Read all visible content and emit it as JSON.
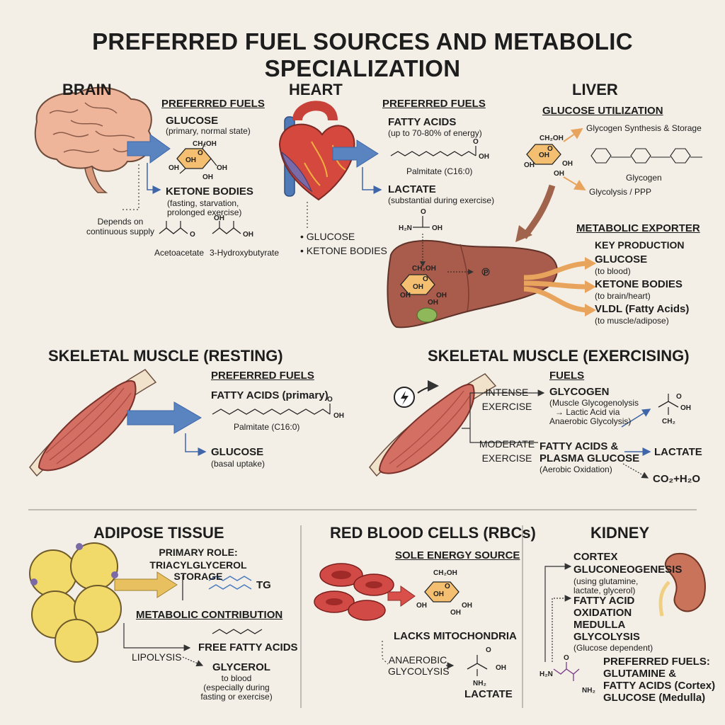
{
  "title": "PREFERRED FUEL SOURCES AND METABOLIC SPECIALIZATION",
  "brain": {
    "heading": "BRAIN",
    "fuels_heading": "PREFERRED FUELS",
    "glucose": "GLUCOSE",
    "glucose_note": "(primary, normal state)",
    "ketone": "KETONE BODIES",
    "ketone_note1": "(fasting, starvation,",
    "ketone_note2": "prolonged exercise)",
    "depends1": "Depends on",
    "depends2": "continuous supply",
    "acetoacetate": "Acetoacetate",
    "hydroxybutyrate": "3-Hydroxybutyrate"
  },
  "heart": {
    "heading": "HEART",
    "fuels_heading": "PREFERRED FUELS",
    "fatty": "FATTY ACIDS",
    "fatty_note": "(up to 70-80% of energy)",
    "palmitate": "Palmitate (C16:0)",
    "lactate": "LACTATE",
    "lactate_note": "(substantial during exercise)",
    "bullet1": "• GLUCOSE",
    "bullet2": "• KETONE BODIES"
  },
  "liver": {
    "heading": "LIVER",
    "glucose_util": "GLUCOSE UTILIZATION",
    "glycogen_synth": "Glycogen Synthesis & Storage",
    "glycogen": "Glycogen",
    "glycolysis": "Glycolysis / PPP",
    "exporter": "METABOLIC EXPORTER",
    "key_production": "KEY PRODUCTION",
    "exp_glucose": "GLUCOSE",
    "exp_glucose_note": "(to blood)",
    "exp_ketone": "KETONE BODIES",
    "exp_ketone_note": "(to brain/heart)",
    "exp_vldl": "VLDL (Fatty Acids)",
    "exp_vldl_note": "(to muscle/adipose)"
  },
  "muscle_rest": {
    "heading": "SKELETAL MUSCLE (RESTING)",
    "fuels_heading": "PREFERRED FUELS",
    "fatty": "FATTY ACIDS (primary)",
    "palmitate": "Palmitate (C16:0)",
    "glucose": "GLUCOSE",
    "glucose_note": "(basal uptake)"
  },
  "muscle_ex": {
    "heading": "SKELETAL MUSCLE (EXERCISING)",
    "fuels_heading": "FUELS",
    "intense1": "INTENSE",
    "intense2": "EXERCISE",
    "glycogen": "GLYCOGEN",
    "glycogen_note1": "(Muscle Glycogenolysis",
    "glycogen_note2": "→ Lactic Acid via",
    "glycogen_note3": "Anaerobic Glycolysis)",
    "moderate1": "MODERATE",
    "moderate2": "EXERCISE",
    "fa_plasma1": "FATTY ACIDS &",
    "fa_plasma2": "PLASMA GLUCOSE",
    "aerobic": "(Aerobic Oxidation)",
    "lactate": "LACTATE",
    "co2": "CO₂+H₂O"
  },
  "adipose": {
    "heading": "ADIPOSE TISSUE",
    "role1": "PRIMARY ROLE:",
    "role2": "TRIACYLGLYCEROL STORAGE",
    "tg": "TG",
    "contribution": "METABOLIC CONTRIBUTION",
    "lipolysis": "LIPOLYSIS",
    "ffa": "FREE FATTY ACIDS",
    "glycerol": "GLYCEROL",
    "glycerol_note1": "to blood",
    "glycerol_note2": "(especially during",
    "glycerol_note3": "fasting or exercise)"
  },
  "rbc": {
    "heading": "RED BLOOD CELLS (RBCs)",
    "sole": "SOLE ENERGY SOURCE",
    "lacks": "LACKS MITOCHONDRIA",
    "anaerobic1": "ANAEROBIC",
    "anaerobic2": "GLYCOLYSIS",
    "lactate": "LACTATE"
  },
  "kidney": {
    "heading": "KIDNEY",
    "cortex": "CORTEX",
    "gluconeo": "GLUCONEOGENESIS",
    "gluconeo_note1": "(using glutamine,",
    "gluconeo_note2": "lactate, glycerol)",
    "fatty1": "FATTY ACID",
    "fatty2": "OXIDATION",
    "medulla": "MEDULLA",
    "glycolysis": "GLYCOLYSIS",
    "glycolysis_note": "(Glucose dependent)",
    "pref1": "PREFERRED FUELS:",
    "pref2": "GLUTAMINE &",
    "pref3": "FATTY ACIDS (Cortex)",
    "pref4": "GLUCOSE (Medulla)"
  },
  "chem": {
    "ch2oh": "CH₂OH",
    "oh": "OH",
    "o": "O",
    "nh2": "NH₂",
    "h2n": "H₂N",
    "ch2": "CH₂",
    "p": "P"
  },
  "colors": {
    "background": "#f3efe6",
    "blue_arrow": "#5a84c0",
    "orange_arrow": "#e8a45c",
    "brown_arrow": "#a0644c",
    "ring": "#f4bf70",
    "liver": "#a95c4c",
    "muscle": "#d46f63",
    "fat": "#f2da6a",
    "rbc": "#d24a45"
  }
}
